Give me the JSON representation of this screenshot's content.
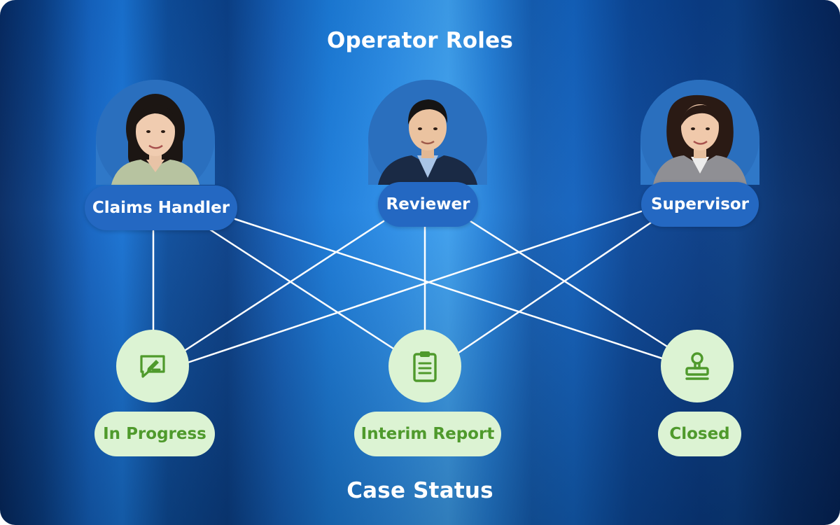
{
  "diagram": {
    "title_top": "Operator Roles",
    "title_bottom": "Case Status",
    "roles": [
      {
        "label": "Claims Handler",
        "avatar": "woman-sage-blouse-avatar"
      },
      {
        "label": "Reviewer",
        "avatar": "man-navy-suit-avatar"
      },
      {
        "label": "Supervisor",
        "avatar": "woman-grey-blazer-avatar"
      }
    ],
    "statuses": [
      {
        "label": "In Progress",
        "icon": "edit-document-icon"
      },
      {
        "label": "Interim Report",
        "icon": "clipboard-icon"
      },
      {
        "label": "Closed",
        "icon": "stamp-icon"
      }
    ],
    "connections": [
      [
        "Claims Handler",
        "In Progress"
      ],
      [
        "Claims Handler",
        "Interim Report"
      ],
      [
        "Claims Handler",
        "Closed"
      ],
      [
        "Reviewer",
        "In Progress"
      ],
      [
        "Reviewer",
        "Interim Report"
      ],
      [
        "Reviewer",
        "Closed"
      ],
      [
        "Supervisor",
        "In Progress"
      ],
      [
        "Supervisor",
        "Interim Report"
      ]
    ],
    "colors": {
      "role_pill": "#2468c2",
      "status_fill": "#dcf3d3",
      "status_accent": "#4f9a2c",
      "connector": "#ffffff"
    }
  }
}
